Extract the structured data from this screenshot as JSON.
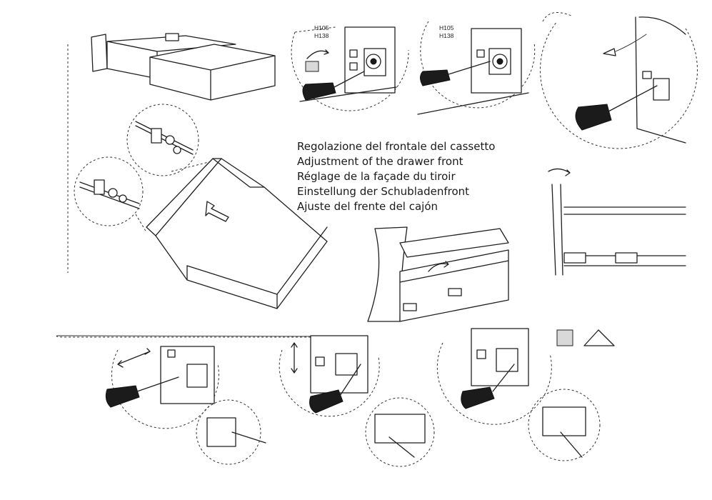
{
  "captions": [
    "Regolazione del frontale del cassetto",
    "Adjustment of the drawer front",
    "Réglage de la façade du tiroir",
    "Einstellung der Schubladenfront",
    "Ajuste del frente del cajón"
  ],
  "model_codes": {
    "first": [
      "H105",
      "H138"
    ],
    "second": [
      "H105",
      "H138"
    ]
  }
}
